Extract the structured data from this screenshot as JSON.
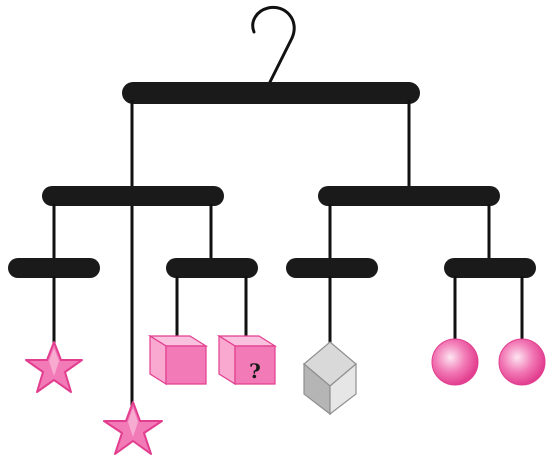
{
  "figure": {
    "cube_mark": "?"
  },
  "colors": {
    "bar": "#1a1a1a",
    "wire": "#111111",
    "pink_dark": "#e23e8f",
    "pink_mid": "#f27ab6",
    "pink_light": "#f9c1dd",
    "gray_dark": "#8f8f8f",
    "gray_mid": "#b5b5b5",
    "gray_light": "#d9d9d9"
  },
  "icons": [
    "hanger-hook",
    "star",
    "cube",
    "diamond-cube",
    "sphere"
  ]
}
